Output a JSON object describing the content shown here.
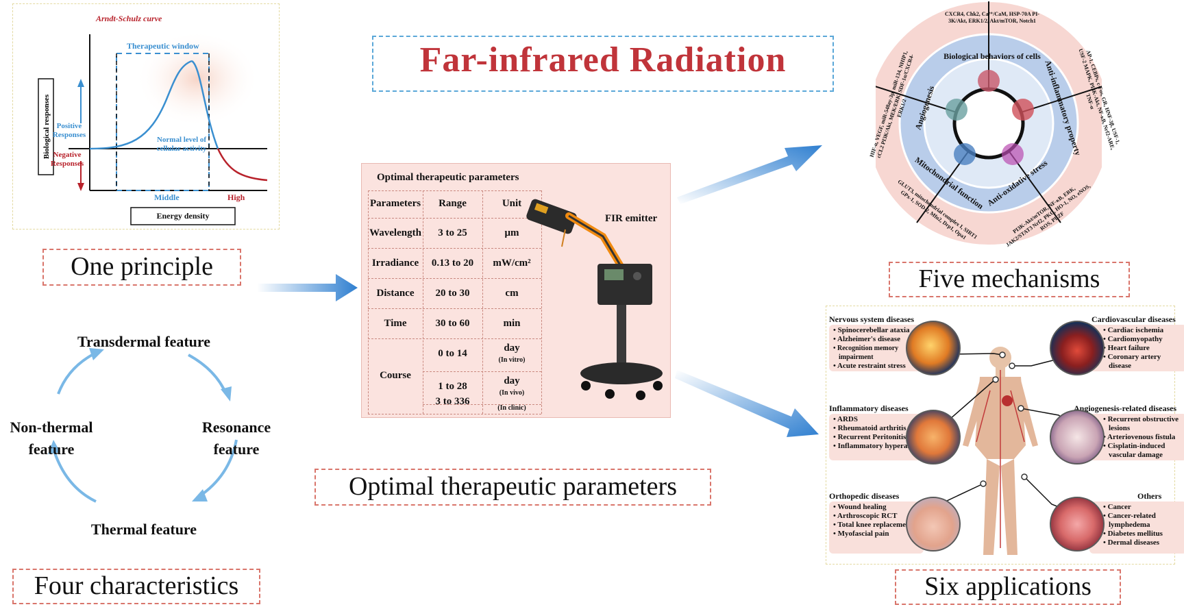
{
  "title": "Far-infrared Radiation",
  "principle": {
    "caption": "One principle",
    "curve_title": "Arndt-Schulz curve",
    "window_label": "Therapeutic window",
    "y_label": "Biological responses",
    "positive_label": "Positive Responses",
    "negative_label": "Negative Responses",
    "normal_label": "Normal level of cellular activity",
    "middle_label": "Middle",
    "high_label": "High",
    "x_label": "Energy density"
  },
  "characteristics": {
    "caption": "Four characteristics",
    "top": "Transdermal feature",
    "right": "Resonance feature",
    "bottom": "Thermal feature",
    "left": "Non-thermal feature"
  },
  "parameters": {
    "caption": "Optimal therapeutic parameters",
    "table_title": "Optimal therapeutic parameters",
    "emitter_label": "FIR emitter",
    "headers": [
      "Parameters",
      "Range",
      "Unit"
    ],
    "rows": [
      {
        "param": "Wavelength",
        "range": "3 to 25",
        "unit": "μm"
      },
      {
        "param": "Irradiance",
        "range": "0.13 to 20",
        "unit": "mW/cm²"
      },
      {
        "param": "Distance",
        "range": "20 to 30",
        "unit": "cm"
      },
      {
        "param": "Time",
        "range": "30 to 60",
        "unit": "min"
      }
    ],
    "course_label": "Course",
    "course_rows": [
      {
        "range": "0 to 14",
        "unit": "day",
        "note": "(In vitro)"
      },
      {
        "range": "1 to 28",
        "unit": "day",
        "note": "(In vivo)"
      },
      {
        "range": "3 to 336",
        "unit": "day",
        "note": "(In clinic)"
      }
    ]
  },
  "mechanisms": {
    "caption": "Five mechanisms",
    "inner": [
      "Biological behaviors of cells",
      "Anti-inflammatory property",
      "Anti-oxidative stress",
      "Mitochondrial function",
      "Angiogenesis"
    ],
    "outer": [
      "CXCR4, Chk2, Ca²⁺/CaM, HSP-70A PI-3K/Akt, ERK1/2, Akt/mTOR, Notch1",
      "AP-1, CEBPs, c-Fos, GR, HNF-3β, USF-1, USF-2 MAPK, PI3K-Akt, NF-κB, Nrf2-ARE, TNF-α",
      "PI3K-Akt/mTOR, NF-κB, ERK, JAK2/STAT3 Nrf2, PKC, HO-1, NO, eNOS, ROS, PLZF",
      "GLUT3, mitochondrial complex I, SIRT1 GPx-1, SOD-2, Mfn2, Drp1, Opa1",
      "HIF-α, VEGF, miR-548ay-3p, miR-134, NHIP1, cCL2 PI3K/Akt, MEK/ERK, SDF-1α/CXCR4-ERK1/2"
    ]
  },
  "applications": {
    "caption": "Six applications",
    "groups": [
      {
        "title": "Nervous system diseases",
        "items": [
          "Spinocerebellar ataxia",
          "Alzheimer's disease",
          "Recognition memory impairment",
          "Acute restraint stress"
        ]
      },
      {
        "title": "Cardiovascular diseases",
        "items": [
          "Cardiac ischemia",
          "Cardiomyopathy",
          "Heart failure",
          "Coronary artery disease"
        ]
      },
      {
        "title": "Inflammatory diseases",
        "items": [
          "ARDS",
          "Rheumatoid arthritis",
          "Recurrent Peritonitis",
          "Inflammatory hyperalgesia"
        ]
      },
      {
        "title": "Angiogenesis-related diseases",
        "items": [
          "Recurrent obstructive lesions",
          "Arteriovenous fistula",
          "Cisplatin-induced vascular damage"
        ]
      },
      {
        "title": "Orthopedic diseases",
        "items": [
          "Wound healing",
          "Arthroscopic RCT",
          "Total knee replacement",
          "Myofascial pain"
        ]
      },
      {
        "title": "Others",
        "items": [
          "Cancer",
          "Cancer-related lymphedema",
          "Diabetes mellitus",
          "Dermal diseases"
        ]
      }
    ]
  },
  "colors": {
    "title_red": "#c0343a",
    "arrow_blue": "#2f7fd0",
    "curve_blue": "#3a8fd0",
    "curve_red": "#b8222b",
    "dash_red": "#d9756b",
    "dash_blue": "#5aa7d8",
    "panel_pink": "#fbe3df"
  }
}
